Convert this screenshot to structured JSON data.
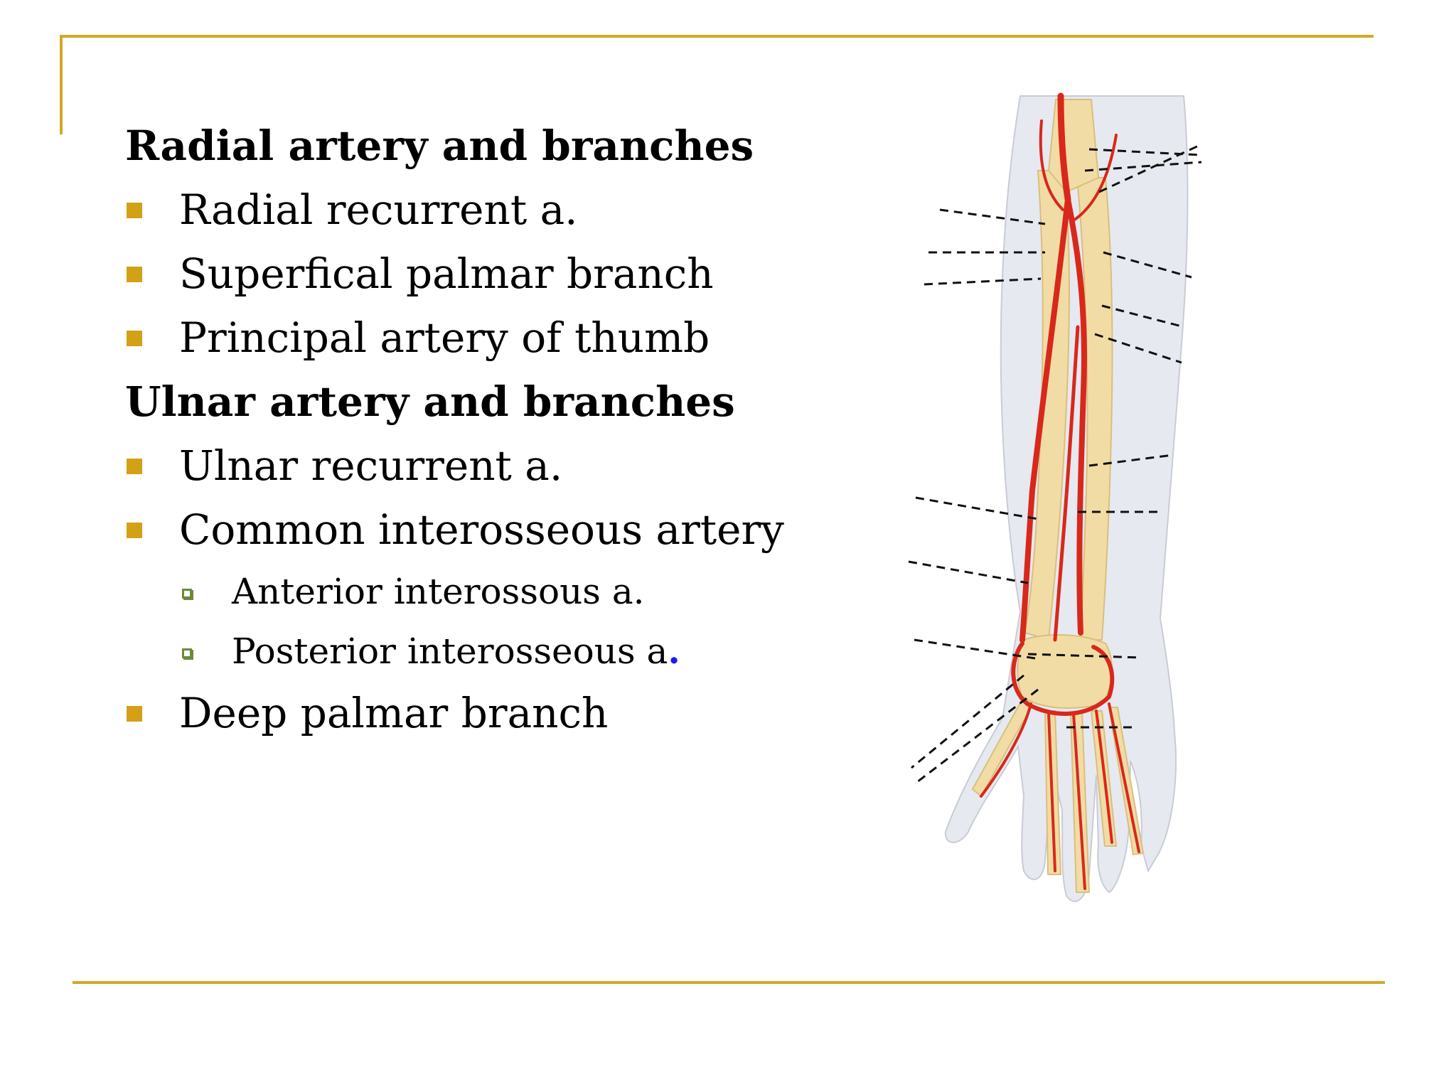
{
  "colors": {
    "accent_rule": "#d4a822",
    "bullet": "#d4a017",
    "sub_bullet": "#6a8a3a",
    "highlight_dot": "#1a1aff",
    "artery": "#d8281c",
    "bone": "#f2dca6",
    "skin": "#e6e9ef"
  },
  "sections": [
    {
      "heading": "Radial artery and branches",
      "items": [
        {
          "label": "Radial recurrent a."
        },
        {
          "label": "Superfical palmar branch"
        },
        {
          "label": "Principal artery of thumb"
        }
      ]
    },
    {
      "heading": "Ulnar artery and branches",
      "items": [
        {
          "label": "Ulnar recurrent a."
        },
        {
          "label": "Common interosseous artery",
          "subitems": [
            {
              "label": "Anterior interossous a."
            },
            {
              "label": "Posterior interosseous a",
              "suffix": "."
            }
          ]
        },
        {
          "label": "Deep palmar branch"
        }
      ]
    }
  ],
  "figure": {
    "icon": "forearm-arteries-illustration"
  }
}
